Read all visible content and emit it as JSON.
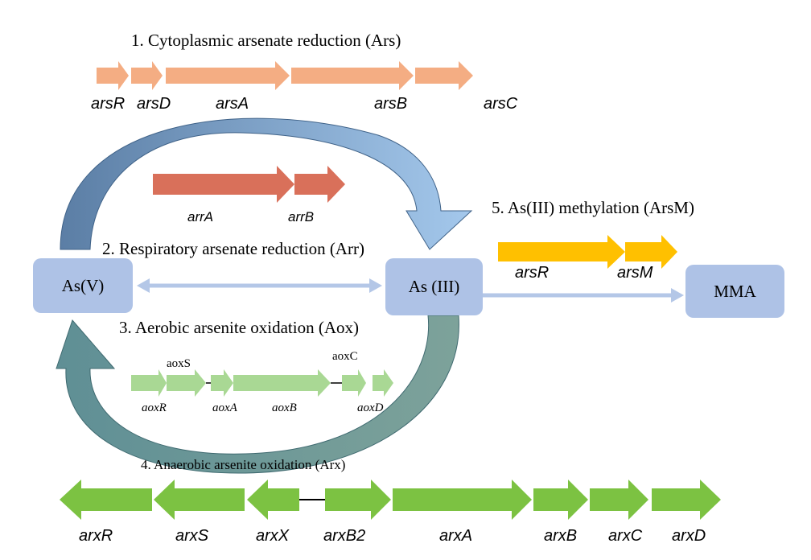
{
  "species": {
    "as_v": "As(V)",
    "as_iii": "As (III)",
    "mma": "MMA"
  },
  "pathways": {
    "ars": {
      "title": "1. Cytoplasmic arsenate reduction (Ars)",
      "genes": [
        "arsR",
        "arsD",
        "arsA",
        "arsB",
        "arsC"
      ],
      "color": "#f4ad83"
    },
    "arr": {
      "title": "2. Respiratory arsenate reduction (Arr)",
      "genes": [
        "arrA",
        "arrB"
      ],
      "color": "#d9705a"
    },
    "aox": {
      "title": "3. Aerobic arsenite oxidation (Aox)",
      "genes": [
        "aoxS",
        "aoxR",
        "aoxA",
        "aoxB",
        "aoxC",
        "aoxD"
      ],
      "color": "#a9d894"
    },
    "arx": {
      "title": "4. Anaerobic arsenite oxidation (Arx)",
      "genes": [
        "arxR",
        "arxS",
        "arxX",
        "arxB2",
        "arxA",
        "arxB",
        "arxC",
        "arxD"
      ],
      "color": "#7cc242"
    },
    "arsm": {
      "title": "5. As(III) methylation (ArsM)",
      "genes": [
        "arsR",
        "arsM"
      ],
      "color": "#ffc000"
    }
  },
  "colors": {
    "species_box": "#aec2e6",
    "reduction_arrow_dark": "#5b7ea5",
    "reduction_arrow_light": "#9dc3e6",
    "oxidation_arrow_dark": "#5f8f95",
    "oxidation_arrow_light": "#8aaa9a",
    "connector": "#b4c7e7"
  }
}
